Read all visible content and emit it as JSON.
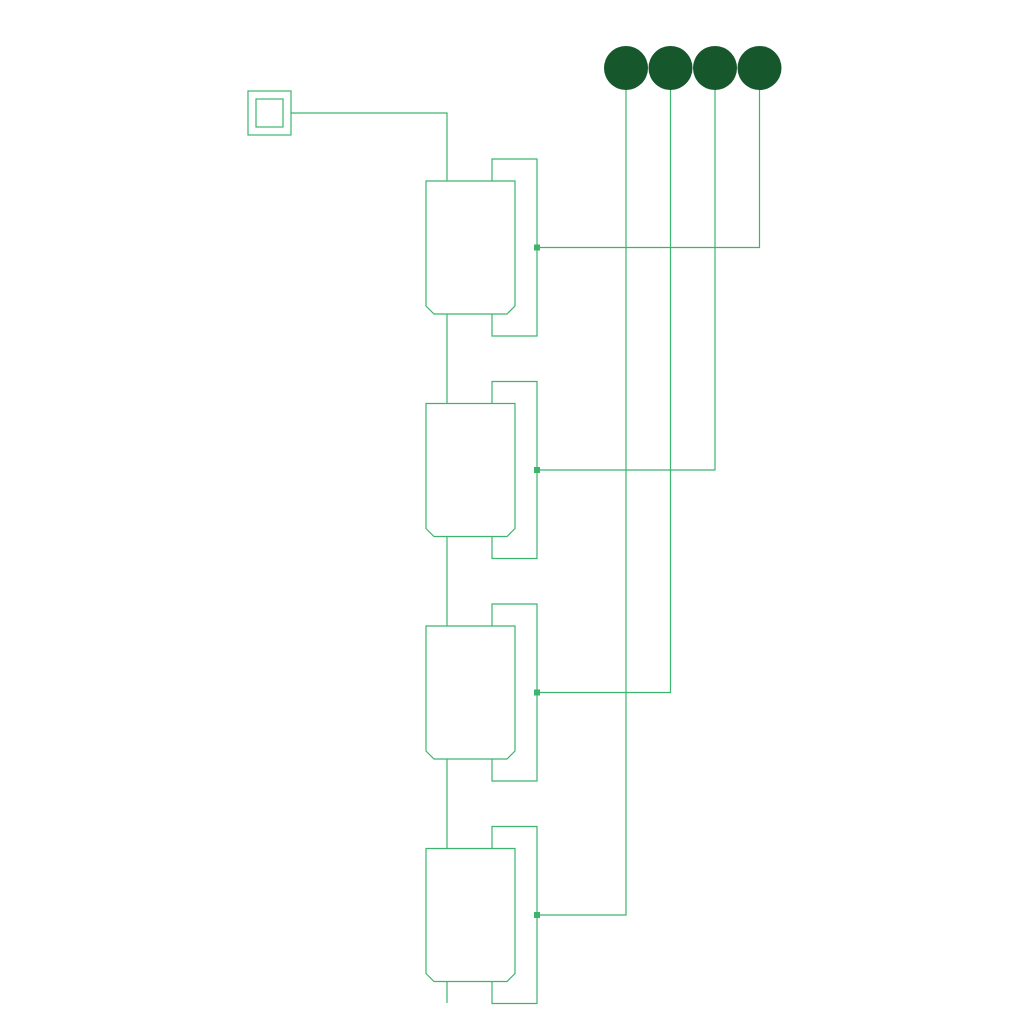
{
  "colors": {
    "background": "#ffffff",
    "wire": "#3cb46e",
    "node": "#3cb46e",
    "output_fill": "#17572c"
  },
  "diagram": {
    "input_icon": "square-input-icon",
    "chain_length": 4,
    "output_count": 4,
    "connections": [
      {
        "flip_flop": 1,
        "output": 4
      },
      {
        "flip_flop": 2,
        "output": 3
      },
      {
        "flip_flop": 3,
        "output": 2
      },
      {
        "flip_flop": 4,
        "output": 1
      }
    ]
  }
}
